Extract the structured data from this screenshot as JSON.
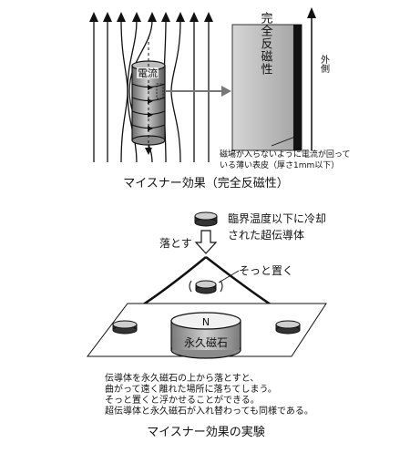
{
  "top_diagram": {
    "current_label": "電流",
    "panel_label": "完全反磁性",
    "outside_label": "外側",
    "surface_note_line1": "磁場が入らないように電流が回って",
    "surface_note_line2": "いる薄い表皮（厚さ1mm以下）",
    "caption": "マイスナー効果（完全反磁性）"
  },
  "bottom_diagram": {
    "cooled_note_line1": "臨界温度以下に冷却",
    "cooled_note_line2": "された超伝導体",
    "drop_label": "落とす",
    "gently_label": "そっと置く",
    "magnet_pole_label": "N",
    "magnet_label": "永久磁石",
    "explanation_lines": [
      "伝導体を永久磁石の上から落とすと、",
      "曲がって遠く離れた場所に落ちてしまう。",
      "そっと置くと浮かせることができる。",
      "超伝導体と永久磁石が入れ替わっても同様である。"
    ],
    "caption": "マイスナー効果の実験"
  }
}
